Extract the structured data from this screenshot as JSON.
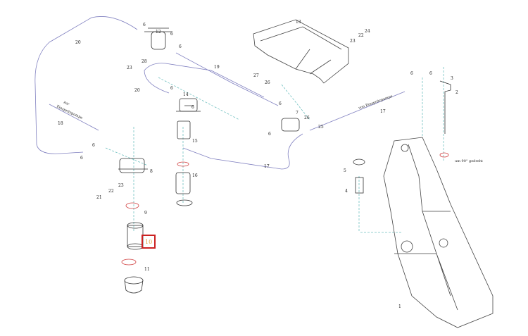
{
  "labels": {
    "n20a": "20",
    "n12": "12",
    "n6a": "6",
    "n6b": "6",
    "n6c": "6",
    "n28": "28",
    "n23a": "23",
    "n19": "19",
    "n13": "13",
    "n23b": "23",
    "n22a": "22",
    "n24": "24",
    "n27": "27",
    "n26a": "26",
    "n6d": "6",
    "n20b": "20",
    "n14": "14",
    "n6e": "6",
    "n6f": "6",
    "n7": "7",
    "n26b": "26",
    "n25": "25",
    "n6g": "6",
    "n15": "15",
    "n16": "16",
    "n18": "18",
    "n6h": "6",
    "n6i": "6",
    "n8": "8",
    "n23c": "23",
    "n22b": "22",
    "n21": "21",
    "n9": "9",
    "n10": "10",
    "n11": "11",
    "n17a": "17",
    "n17b": "17",
    "n6j": "6",
    "n6k": "6",
    "n3": "3",
    "n2": "2",
    "n5": "5",
    "n4": "4",
    "n1": "1"
  },
  "notes": {
    "zur": "zur",
    "einspritzpumpe_to": "Einspritzpumpe",
    "von_einspritzpumpe": "von Einspritzpumpe",
    "turn": "um 90° gedreht"
  },
  "highlight": {
    "label": "10",
    "color": "#cc2222"
  }
}
